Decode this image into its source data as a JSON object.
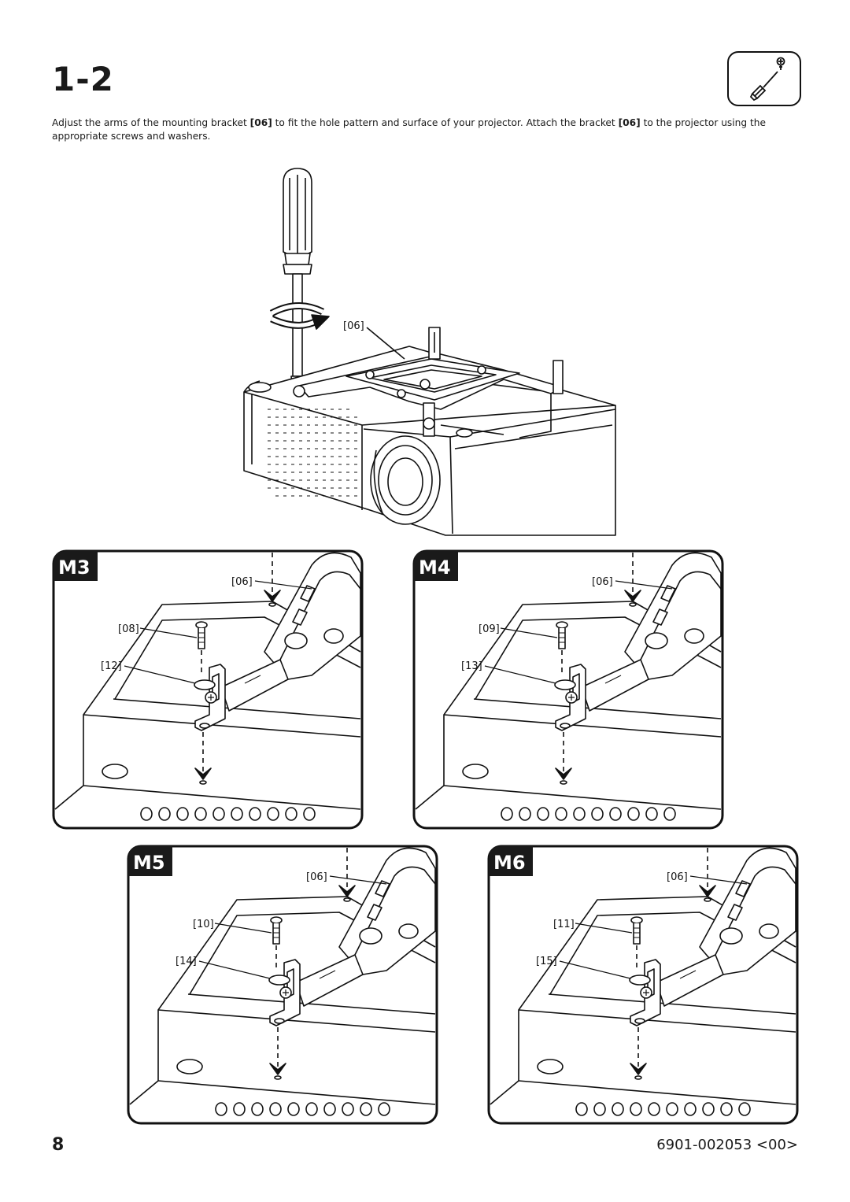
{
  "page": {
    "title": "1-2",
    "instruction_parts": [
      "Adjust the arms of the mounting bracket ",
      "[06]",
      " to fit the hole pattern and surface of your projector. Attach the bracket ",
      "[06]",
      " to the projector using the appropriate screws and washers."
    ],
    "page_number": "8",
    "document_code": "6901-002053 <00>"
  },
  "icons": {
    "tool": "screwdriver-icon",
    "rotation": "rotate-arrow-icon"
  },
  "main_figure": {
    "callout": "[06]"
  },
  "panels": [
    {
      "id": "M3",
      "tag": "M3",
      "callouts": {
        "bracket": "[06]",
        "screw": "[08]",
        "washer": "[12]"
      }
    },
    {
      "id": "M4",
      "tag": "M4",
      "callouts": {
        "bracket": "[06]",
        "screw": "[09]",
        "washer": "[13]"
      }
    },
    {
      "id": "M5",
      "tag": "M5",
      "callouts": {
        "bracket": "[06]",
        "screw": "[10]",
        "washer": "[14]"
      }
    },
    {
      "id": "M6",
      "tag": "M6",
      "callouts": {
        "bracket": "[06]",
        "screw": "[11]",
        "washer": "[15]"
      }
    }
  ]
}
